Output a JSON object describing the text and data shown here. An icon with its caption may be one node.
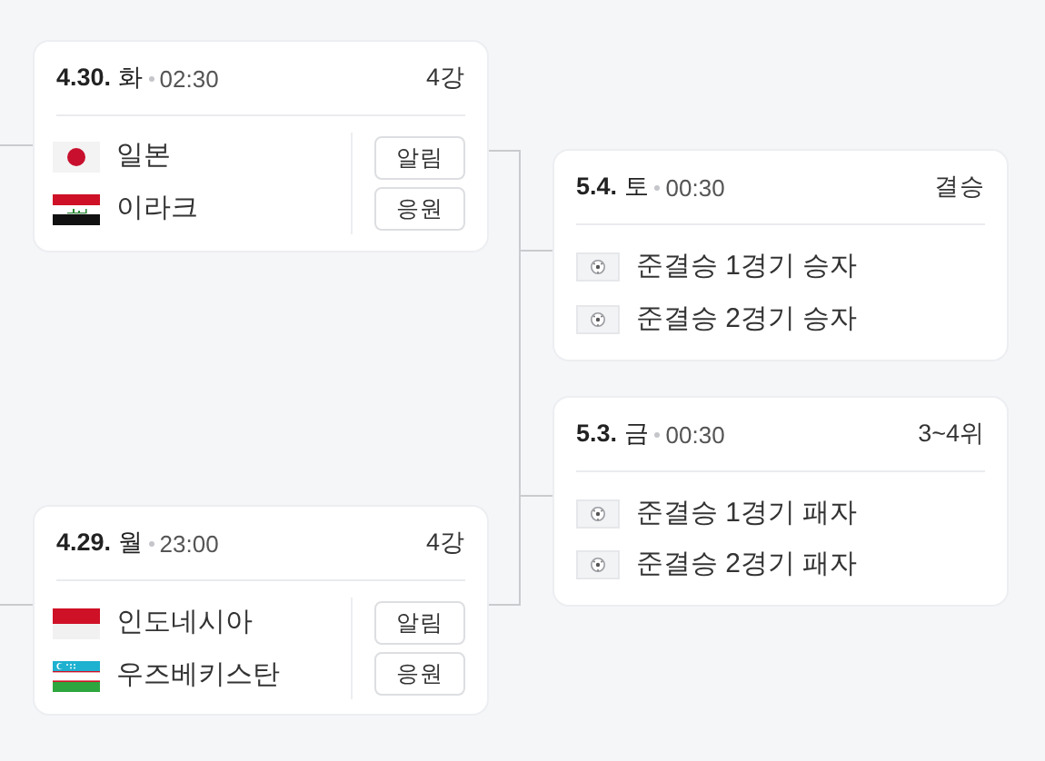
{
  "diagram": {
    "nodes": [
      {
        "text": [
          "**4.30.** 화",
          "02:30",
          "4강",
          "일본",
          "이라크",
          "알림",
          "응원"
        ]
      },
      {
        "text": [
          "**5.4.** 토",
          "00:30",
          "결승",
          "준결승 1경기 승자",
          "준결승 2경기 승자"
        ]
      },
      {
        "text": [
          "**5.3.** 금",
          "00:30",
          "3~4위",
          "준결승 1경기 패자",
          "준결승 2경기 패자"
        ]
      },
      {
        "text": [
          "**4.29.** 월",
          "23:00",
          "4강",
          "인도네시아",
          "우즈베키스탄",
          "알림",
          "응원"
        ]
      }
    ],
    "edges": [
      {
        "from": null,
        "to": 0,
        "arrow": "none"
      },
      {
        "from": 0,
        "to": 1,
        "arrow": "none"
      },
      {
        "from": 0,
        "to": 2,
        "arrow": "none"
      },
      {
        "from": null,
        "to": 3,
        "arrow": "none"
      },
      {
        "from": 3,
        "to": 1,
        "arrow": "none"
      },
      {
        "from": 3,
        "to": 2,
        "arrow": "none"
      }
    ]
  }
}
